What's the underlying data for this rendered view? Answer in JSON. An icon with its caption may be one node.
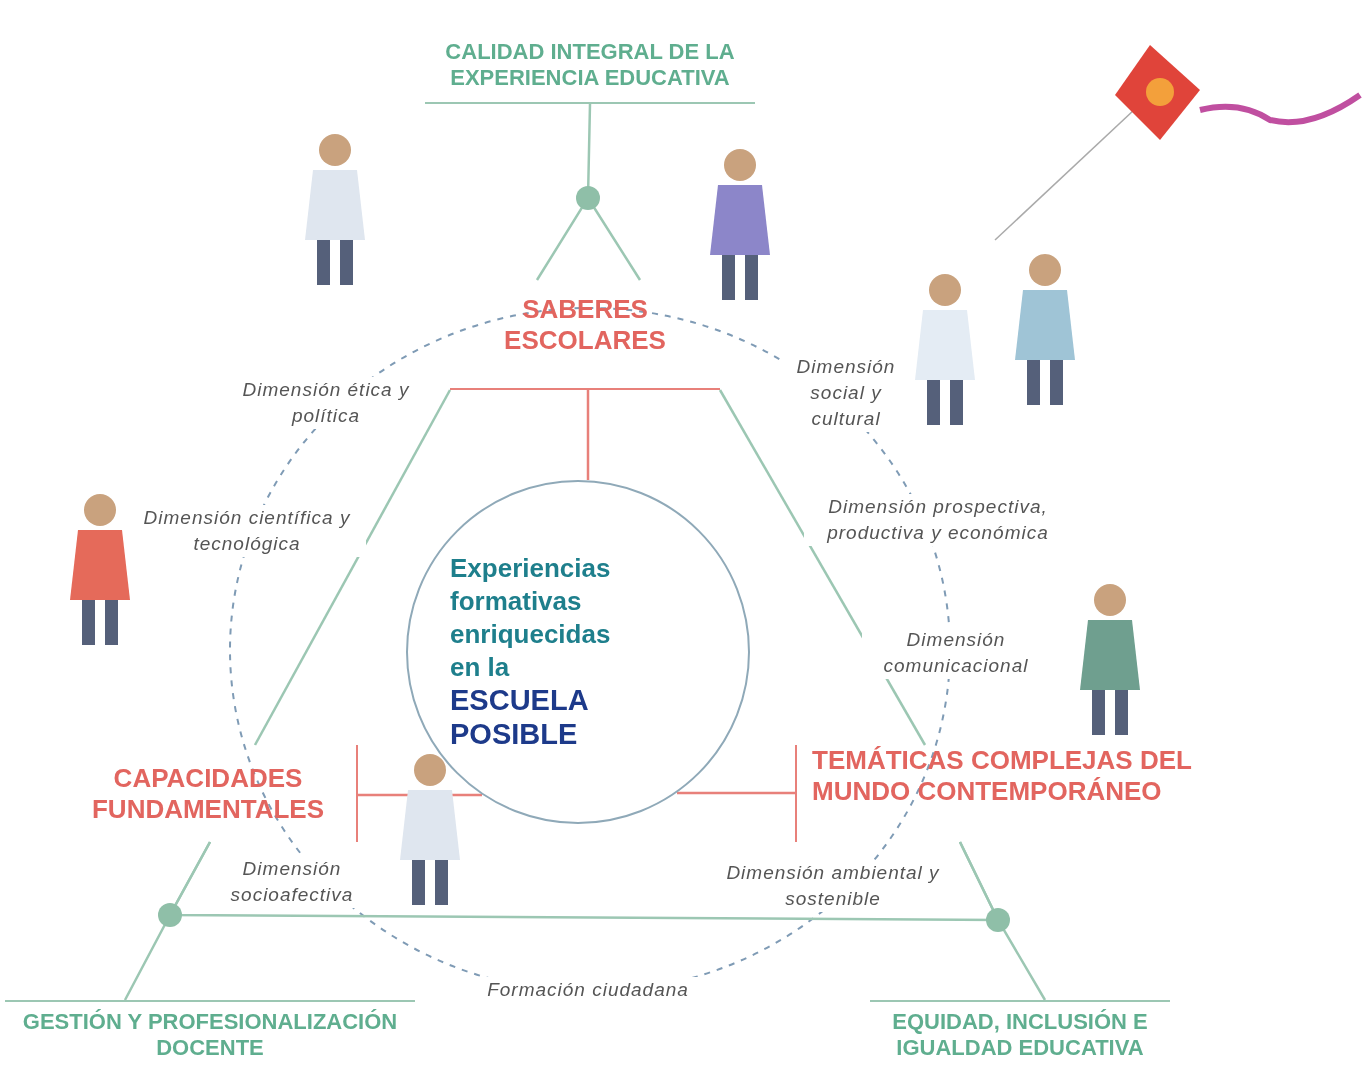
{
  "diagram": {
    "nodes": [
      {
        "text": [
          "Experiencias formativas enriquecidas en la **ESCUELA POSIBLE**"
        ]
      },
      {
        "text": [
          "SABERES ESCOLARES"
        ]
      },
      {
        "text": [
          "CAPACIDADES FUNDAMENTALES"
        ]
      },
      {
        "text": [
          "TEMÁTICAS COMPLEJAS DEL MUNDO CONTEMPORÁNEO"
        ]
      },
      {
        "text": [
          "CALIDAD INTEGRAL DE LA EXPERIENCIA EDUCATIVA"
        ]
      },
      {
        "text": [
          "GESTIÓN Y PROFESIONALIZACIÓN DOCENTE"
        ]
      },
      {
        "text": [
          "EQUIDAD, INCLUSIÓN E IGUALDAD EDUCATIVA"
        ]
      }
    ],
    "edges": [
      {
        "from": 1,
        "to": 0,
        "arrow": "none",
        "color": "#e8807a"
      },
      {
        "from": 2,
        "to": 0,
        "arrow": "none",
        "color": "#e8807a"
      },
      {
        "from": 3,
        "to": 0,
        "arrow": "none",
        "color": "#e8807a"
      },
      {
        "from": 1,
        "to": 2,
        "arrow": "none"
      },
      {
        "from": 1,
        "to": 3,
        "arrow": "none"
      },
      {
        "from": 2,
        "to": 3,
        "arrow": "none"
      },
      {
        "from": 4,
        "to": 1,
        "arrow": "none"
      },
      {
        "from": 5,
        "to": 2,
        "arrow": "none"
      },
      {
        "from": 6,
        "to": 3,
        "arrow": "none"
      }
    ],
    "labels": [
      "Dimensión ética y política",
      "Dimensión social y cultural",
      "Dimensión científica y tecnológica",
      "Dimensión prospectiva, productiva y económica",
      "Dimensión comunicacional",
      "Dimensión socioafectiva",
      "Dimensión ambiental y sostenible",
      "Formación ciudadana"
    ]
  }
}
